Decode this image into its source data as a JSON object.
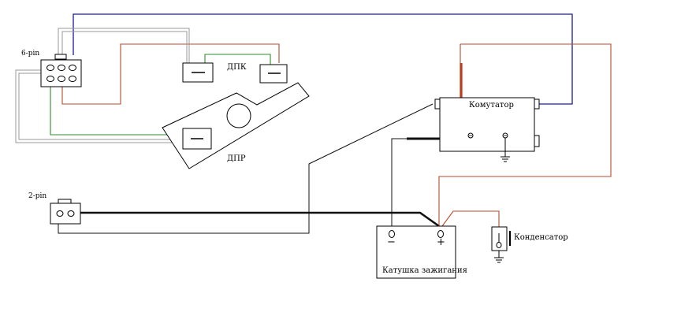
{
  "labels": {
    "six_pin": "6-pin",
    "two_pin": "2-pin",
    "dpk": "ДПК",
    "dpr": "ДПР",
    "kommutator": "Комутатор",
    "katushka": "Катушка зажигания",
    "kondensator": "Конденсатор",
    "minus": "−",
    "plus": "+"
  },
  "colors": {
    "blue": "#1a1aa8",
    "red": "#b84a2a",
    "dark_red": "#c0391b",
    "green": "#2e8b2e",
    "black": "#111111",
    "gray": "#9a9a9a"
  }
}
